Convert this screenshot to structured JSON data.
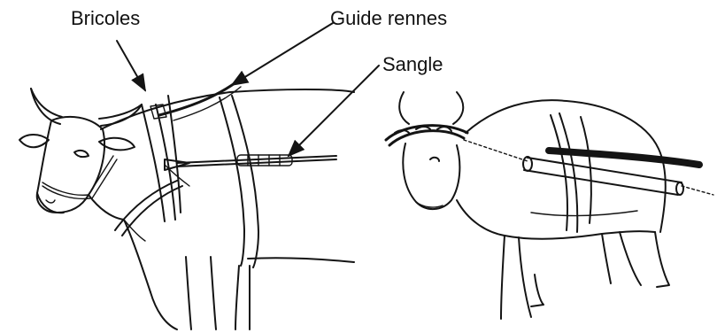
{
  "labels": {
    "bricoles": "Bricoles",
    "guide_rennes": "Guide rennes",
    "sangle": "Sangle"
  },
  "colors": {
    "ink": "#141414",
    "background": "#ffffff"
  }
}
